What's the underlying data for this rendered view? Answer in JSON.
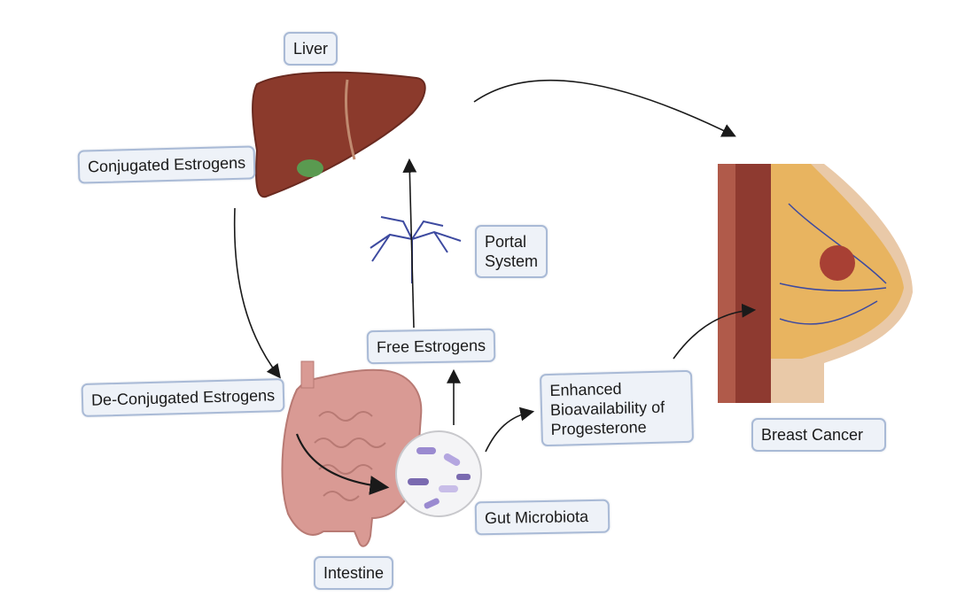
{
  "labels": {
    "liver": "Liver",
    "conjugated": "Conjugated Estrogens",
    "portal_line1": "Portal",
    "portal_line2": "System",
    "free": "Free Estrogens",
    "deconjugated": "De-Conjugated Estrogens",
    "enhanced_line1": "Enhanced",
    "enhanced_line2": "Bioavailability of",
    "enhanced_line3": "Progesterone",
    "breast_cancer": "Breast Cancer",
    "gut_microbiota": "Gut Microbiota",
    "intestine": "Intestine"
  },
  "colors": {
    "liver": "#8b3a2c",
    "gallbladder": "#5a9a50",
    "intestine": "#d99a94",
    "portal_vessel": "#3d4aa0",
    "breast_tissue": "#e8b460",
    "tumor": "#a84034",
    "label_bg": "#eef2f8",
    "label_border": "#a9bad6"
  }
}
